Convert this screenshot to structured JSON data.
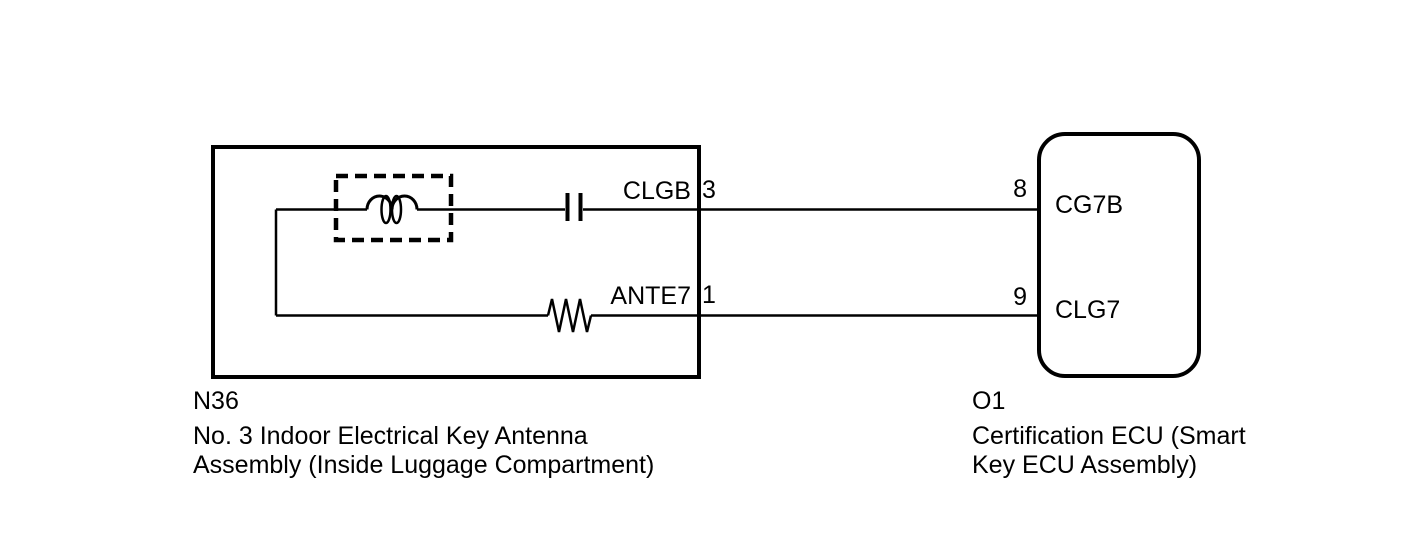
{
  "canvas": {
    "background": "#ffffff",
    "line_color": "#000000"
  },
  "left_component": {
    "code": "N36",
    "description_line1": "No. 3 Indoor Electrical Key Antenna",
    "description_line2": "Assembly (Inside Luggage Compartment)",
    "pins": [
      {
        "terminal": "CLGB",
        "pin": "3"
      },
      {
        "terminal": "ANTE7",
        "pin": "1"
      }
    ],
    "symbols": [
      "inductor-coil",
      "capacitor",
      "resistor"
    ]
  },
  "right_component": {
    "code": "O1",
    "description_line1": "Certification ECU (Smart",
    "description_line2": "Key ECU Assembly)",
    "pins": [
      {
        "pin": "8",
        "terminal": "CG7B"
      },
      {
        "pin": "9",
        "terminal": "CLG7"
      }
    ]
  },
  "connections": [
    {
      "from_terminal": "CLGB",
      "from_pin": "3",
      "to_pin": "8",
      "to_terminal": "CG7B"
    },
    {
      "from_terminal": "ANTE7",
      "from_pin": "1",
      "to_pin": "9",
      "to_terminal": "CLG7"
    }
  ]
}
